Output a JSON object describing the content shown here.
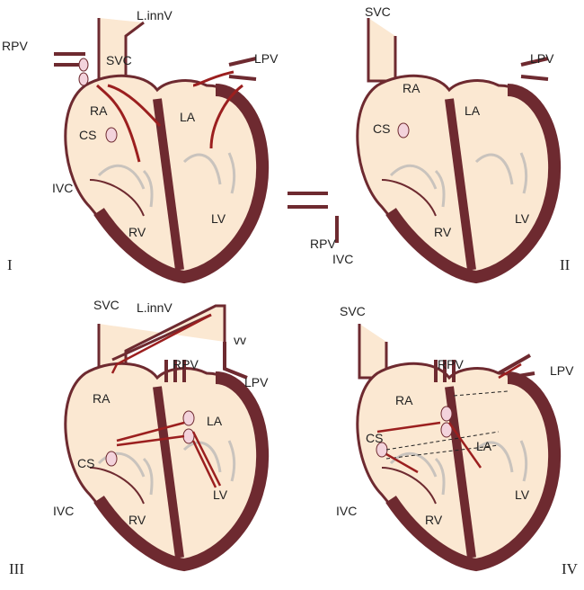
{
  "colors": {
    "fill": "#fbe8d2",
    "wall": "#6e2a30",
    "arrow": "#9b1f1f",
    "valve": "#c9c3bd"
  },
  "panels": [
    {
      "id": "I",
      "labels": {
        "linnv": "L.innV",
        "svc": "SVC",
        "rpv": "RPV",
        "lpv": "LPV",
        "ra": "RA",
        "la": "LA",
        "cs": "CS",
        "ivc": "IVC",
        "rv": "RV",
        "lv": "LV",
        "numeral": "I"
      }
    },
    {
      "id": "II",
      "labels": {
        "svc": "SVC",
        "lpv": "LPV",
        "ra": "RA",
        "la": "LA",
        "cs": "CS",
        "rpv": "RPV",
        "ivc": "IVC",
        "rv": "RV",
        "lv": "LV",
        "numeral": "II"
      }
    },
    {
      "id": "III",
      "labels": {
        "svc": "SVC",
        "linnv": "L.innV",
        "vv": "vv",
        "rpv": "RPV",
        "lpv": "LPV",
        "ra": "RA",
        "la": "LA",
        "cs": "CS",
        "ivc": "IVC",
        "rv": "RV",
        "lv": "LV",
        "numeral": "III"
      }
    },
    {
      "id": "IV",
      "labels": {
        "svc": "SVC",
        "rpv": "RPV",
        "lpv": "LPV",
        "ra": "RA",
        "cs": "CS",
        "la": "LA",
        "ivc": "IVC",
        "rv": "RV",
        "lv": "LV",
        "numeral": "IV"
      }
    }
  ]
}
